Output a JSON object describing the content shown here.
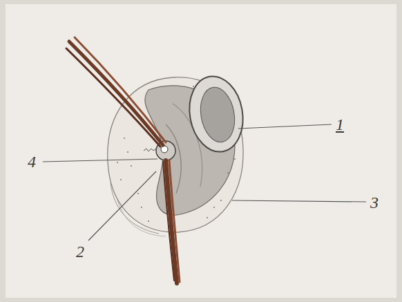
{
  "diagram": {
    "labels": [
      "1",
      "4",
      "3",
      "2"
    ]
  }
}
